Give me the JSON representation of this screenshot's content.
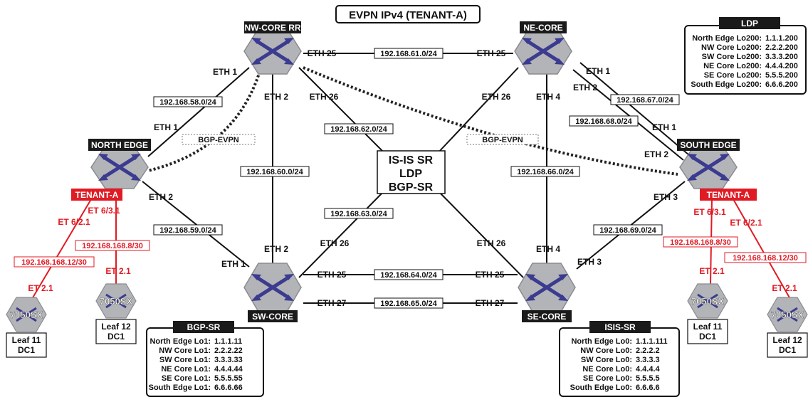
{
  "title": "EVPN IPv4 (TENANT-A)",
  "center_label": [
    "IS-IS SR",
    "LDP",
    "BGP-SR"
  ],
  "session_label": "BGP-EVPN",
  "tenant": "TENANT-A",
  "nodes": {
    "nw_core": "NW-CORE RR",
    "ne_core": "NE-CORE",
    "north_edge": "NORTH EDGE",
    "south_edge": "SOUTH EDGE",
    "sw_core": "SW-CORE",
    "se_core": "SE-CORE"
  },
  "switch_model": "7050SX",
  "leaves": {
    "left_leaf11": [
      "Leaf 11",
      "DC1"
    ],
    "left_leaf12": [
      "Leaf 12",
      "DC1"
    ],
    "right_leaf11": [
      "Leaf 11",
      "DC1"
    ],
    "right_leaf12": [
      "Leaf 12",
      "DC1"
    ]
  },
  "interfaces": {
    "nw_eth25": "ETH 25",
    "ne_eth25": "ETH 25",
    "nw_eth1": "ETH 1",
    "nw_eth2": "ETH 2",
    "nw_eth26": "ETH 26",
    "ne_eth1": "ETH 1",
    "ne_eth2": "ETH 2",
    "ne_eth26": "ETH 26",
    "ne_eth4": "ETH 4",
    "north_eth1": "ETH 1",
    "north_eth2": "ETH 2",
    "north_et631": "ET 6/3.1",
    "north_et621": "ET 6/2.1",
    "south_eth1": "ETH 1",
    "south_eth2": "ETH 2",
    "south_eth3": "ETH 3",
    "south_et631": "ET 6/3.1",
    "south_et621": "ET 6/2.1",
    "sw_eth2": "ETH 2",
    "sw_eth26": "ETH 26",
    "sw_eth1": "ETH 1",
    "sw_eth25": "ETH 25",
    "sw_eth27": "ETH 27",
    "se_eth26": "ETH 26",
    "se_eth4": "ETH 4",
    "se_eth3": "ETH 3",
    "se_eth25": "ETH 25",
    "se_eth27": "ETH 27",
    "lleaf11_et21": "ET 2.1",
    "lleaf12_et21": "ET 2.1",
    "rleaf11_et21": "ET 2.1",
    "rleaf12_et21": "ET 2.1"
  },
  "subnets": {
    "nw_ne": "192.168.61.0/24",
    "nw_north": "192.168.58.0/24",
    "nw_sw": "192.168.60.0/24",
    "nw_se": "192.168.62.0/24",
    "ne_south1": "192.168.67.0/24",
    "ne_south2": "192.168.68.0/24",
    "ne_se": "192.168.66.0/24",
    "north_sw": "192.168.59.0/24",
    "sw_ne": "192.168.63.0/24",
    "south_se": "192.168.69.0/24",
    "sw_se_25": "192.168.64.0/24",
    "sw_se_27": "192.168.65.0/24",
    "north_leaf12": "192.168.168.8/30",
    "north_leaf11": "192.168.168.12/30",
    "south_leaf11": "192.168.168.8/30",
    "south_leaf12": "192.168.168.12/30"
  },
  "ldp_box": {
    "title": "LDP",
    "rows": [
      [
        "North Edge Lo200:",
        "1.1.1.200"
      ],
      [
        "NW Core Lo200:",
        "2.2.2.200"
      ],
      [
        "SW Core Lo200:",
        "3.3.3.200"
      ],
      [
        "NE Core Lo200:",
        "4.4.4.200"
      ],
      [
        "SE Core Lo200:",
        "5.5.5.200"
      ],
      [
        "South Edge Lo200:",
        "6.6.6.200"
      ]
    ]
  },
  "bgpsr_box": {
    "title": "BGP-SR",
    "rows": [
      [
        "North Edge Lo1:",
        "1.1.1.11"
      ],
      [
        "NW Core Lo1:",
        "2.2.2.22"
      ],
      [
        "SW Core Lo1:",
        "3.3.3.33"
      ],
      [
        "NE Core Lo1:",
        "4.4.4.44"
      ],
      [
        "SE Core Lo1:",
        "5.5.5.55"
      ],
      [
        "South Edge Lo1:",
        "6.6.6.66"
      ]
    ]
  },
  "isis_box": {
    "title": "ISIS-SR",
    "rows": [
      [
        "North Edge Lo0:",
        "1.1.1.111"
      ],
      [
        "NW Core Lo0:",
        "2.2.2.2"
      ],
      [
        "SW Core Lo0:",
        "3.3.3.3"
      ],
      [
        "NE Core Lo0:",
        "4.4.4.4"
      ],
      [
        "SE Core Lo0:",
        "5.5.5.5"
      ],
      [
        "South Edge Lo0:",
        "6.6.6.6"
      ]
    ]
  },
  "colors": {
    "router_fill": "#b3b4b8",
    "arrow": "#3b3b8f",
    "tenant_red": "#e01b24",
    "label_bg": "#1a1a1a"
  }
}
